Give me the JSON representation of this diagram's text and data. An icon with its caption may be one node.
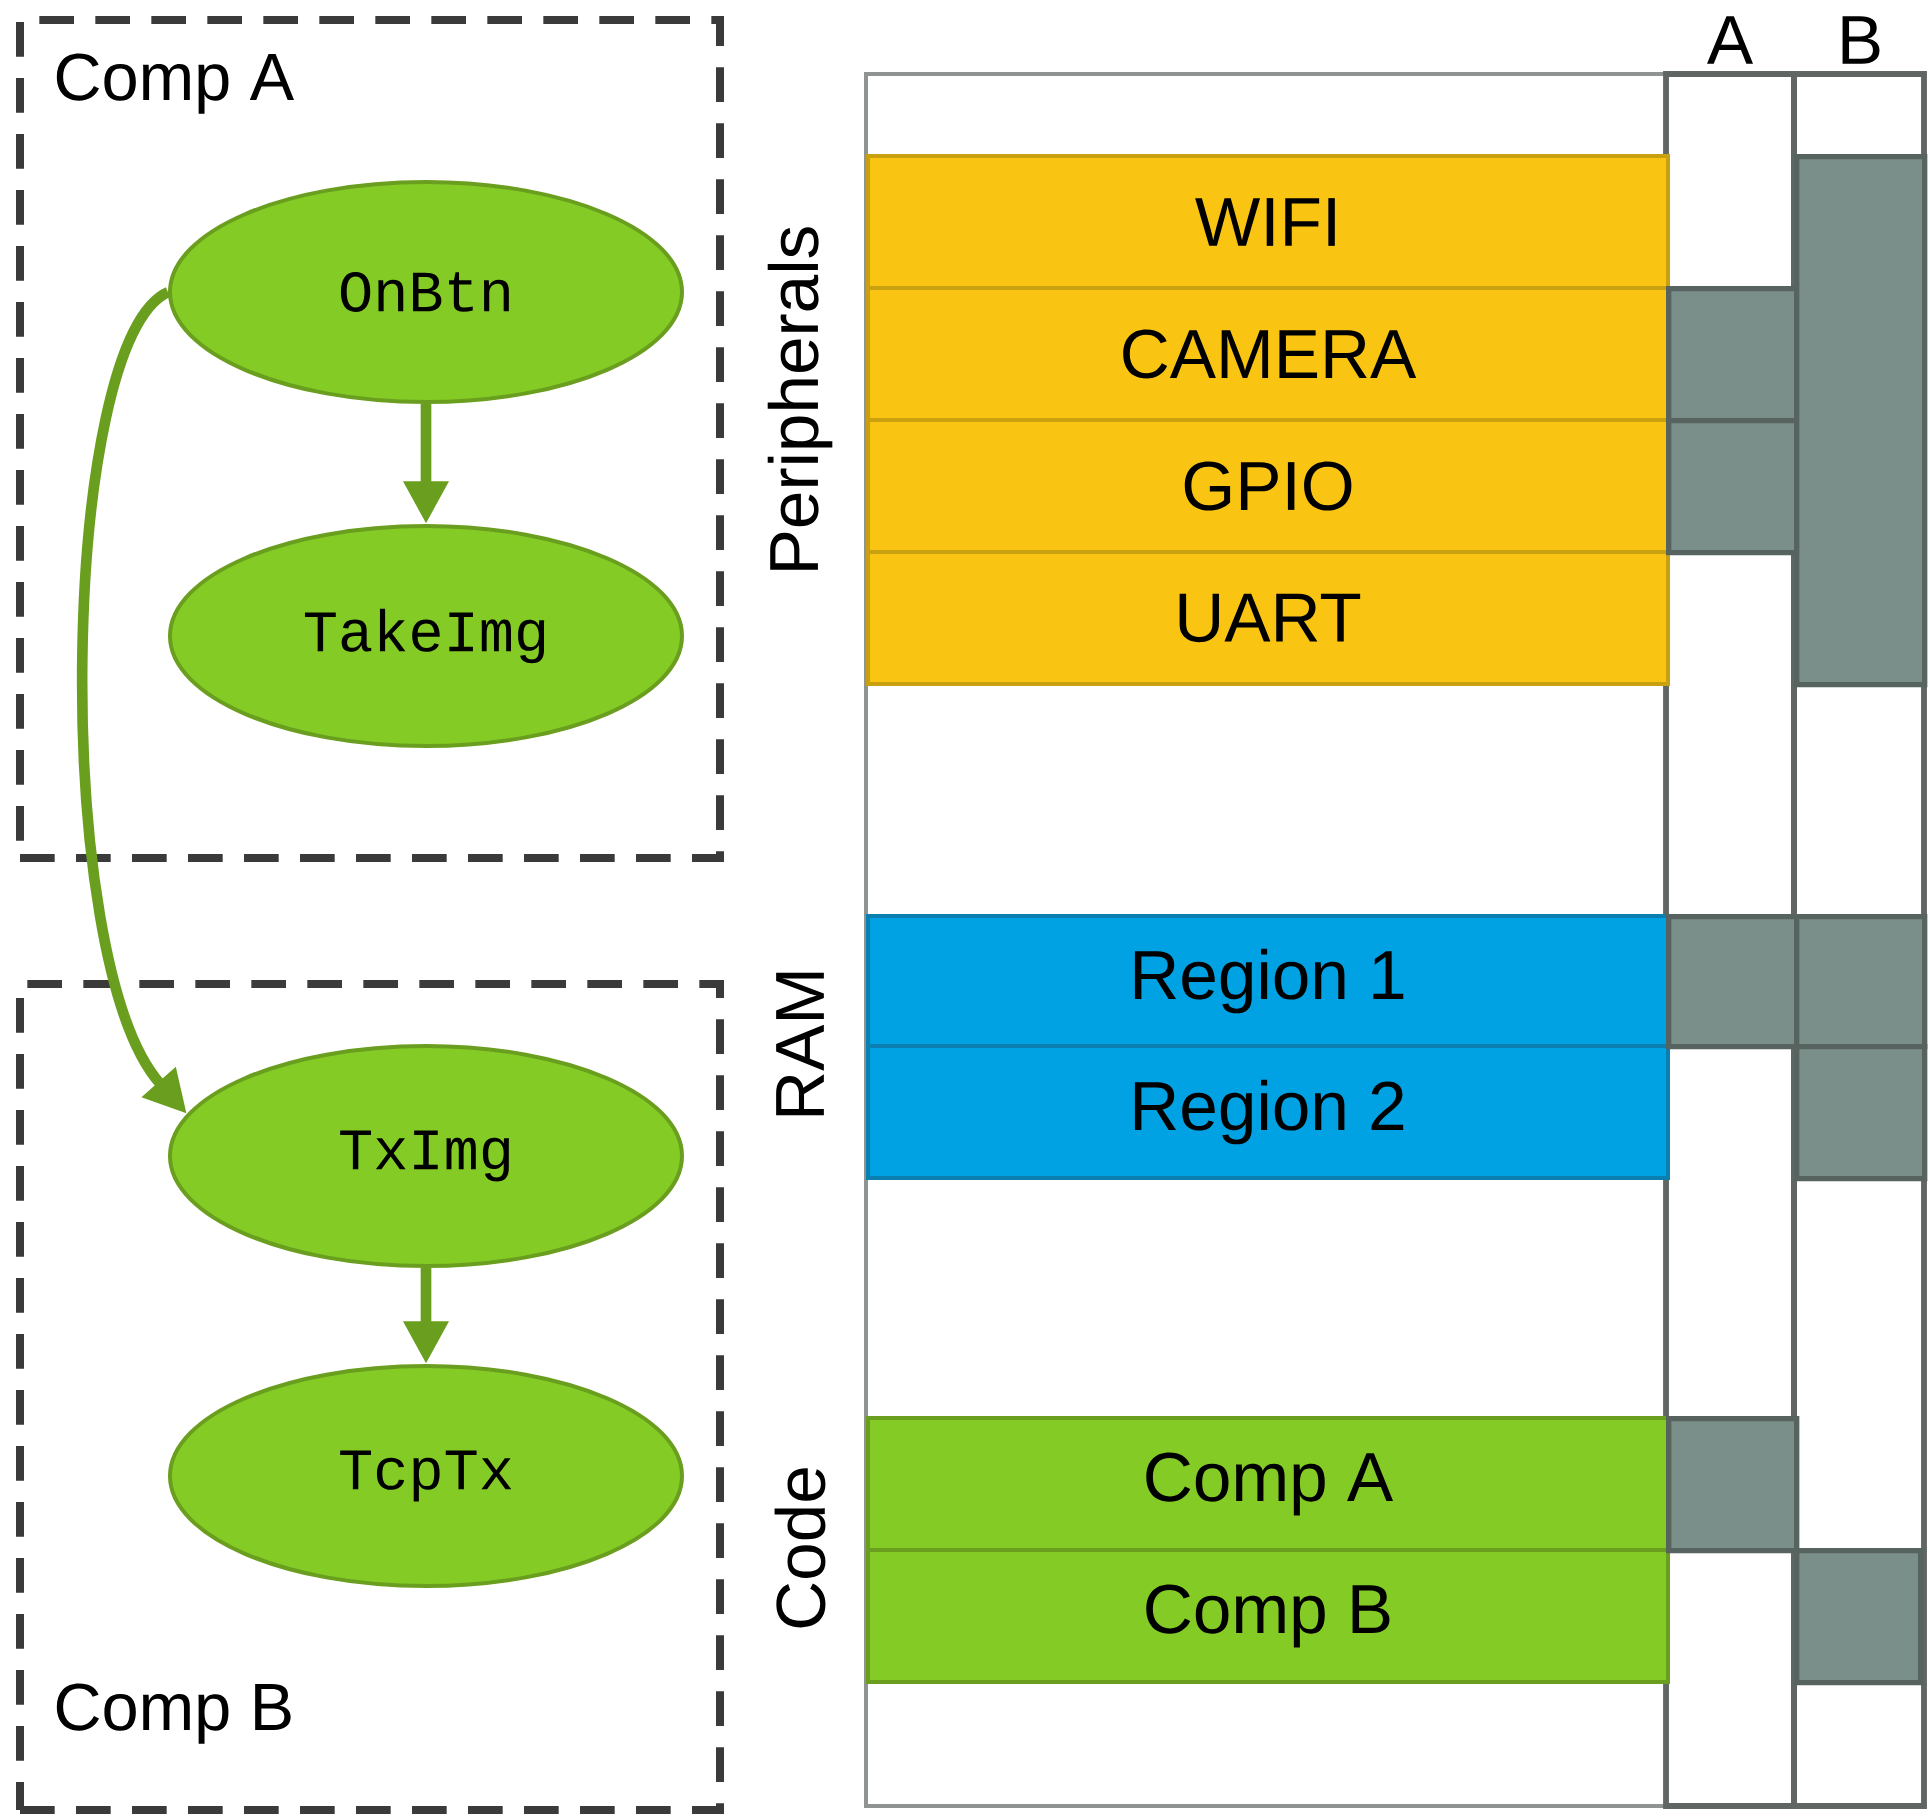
{
  "diagram": {
    "nodes": [
      {
        "text": [
          "Comp A"
        ]
      },
      {
        "text": [
          "OnBtn"
        ],
        "in": 0
      },
      {
        "text": [
          "TakeImg"
        ],
        "in": 0
      },
      {
        "text": [
          "Comp B"
        ]
      },
      {
        "text": [
          "TxImg"
        ],
        "in": 3
      },
      {
        "text": [
          "TcpTx"
        ],
        "in": 3
      },
      {
        "text": [
          "WIFI"
        ]
      },
      {
        "text": [
          "CAMERA"
        ]
      },
      {
        "text": [
          "GPIO"
        ]
      },
      {
        "text": [
          "UART"
        ]
      },
      {
        "text": [
          "Region 1"
        ]
      },
      {
        "text": [
          "Region 2"
        ]
      },
      {
        "text": [
          "Comp A"
        ]
      },
      {
        "text": [
          "Comp B"
        ]
      },
      {
        "text": [],
        "shape": "box"
      },
      {
        "text": [],
        "shape": "box"
      },
      {
        "text": [],
        "shape": "box"
      },
      {
        "text": [],
        "shape": "box"
      },
      {
        "text": [],
        "shape": "box"
      },
      {
        "text": [],
        "shape": "box"
      },
      {
        "text": [],
        "shape": "box"
      },
      {
        "text": [],
        "shape": "box"
      }
    ],
    "edges": [
      {
        "from": 1,
        "to": 2,
        "arrow": "to"
      },
      {
        "from": 1,
        "to": 4,
        "arrow": "to"
      },
      {
        "from": 4,
        "to": 5,
        "arrow": "to"
      }
    ],
    "labels": [
      "A",
      "B",
      "Peripherals",
      "RAM",
      "Code"
    ]
  }
}
